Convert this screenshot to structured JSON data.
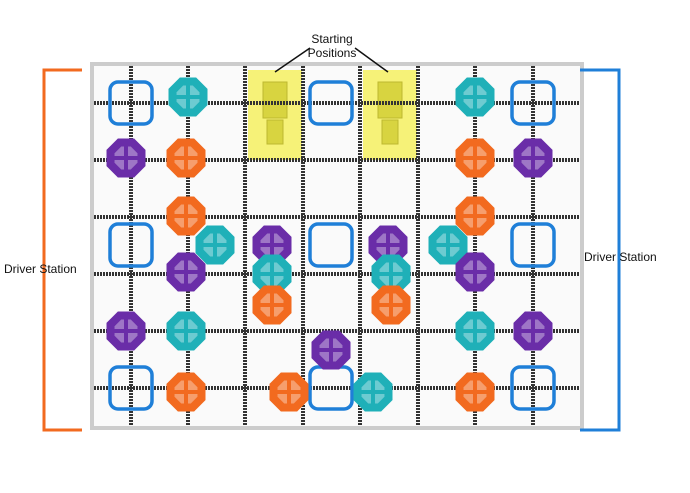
{
  "labels": {
    "starting_positions_line1": "Starting",
    "starting_positions_line2": "Positions",
    "driver_station_left": "Driver Station",
    "driver_station_right": "Driver Station"
  },
  "colors": {
    "orange": "#f26a1f",
    "blue": "#1f7fd8",
    "teal": "#1fb0b8",
    "purple": "#6a2da8",
    "yellow": "#f4f060",
    "grid": "#333333"
  }
}
